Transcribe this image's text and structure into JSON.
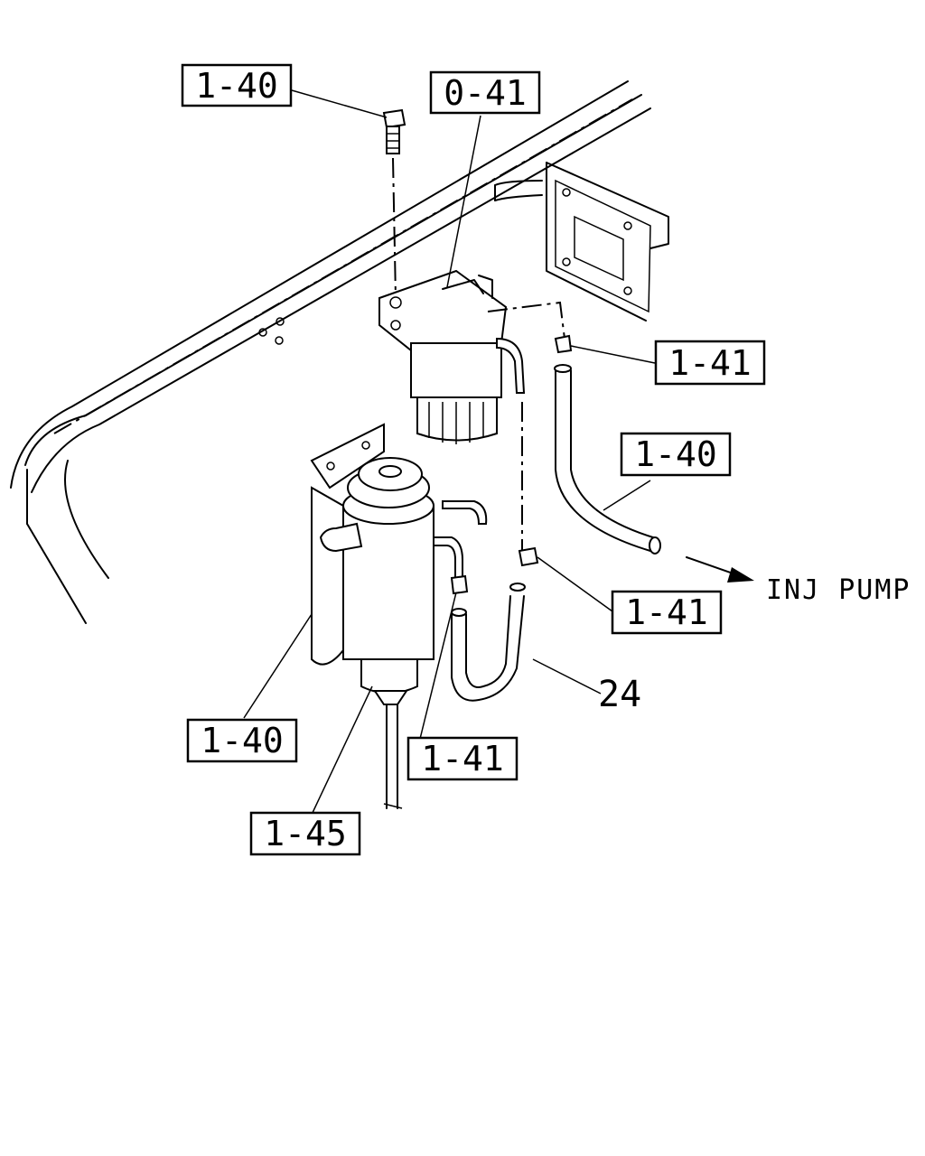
{
  "callouts": [
    {
      "id": "c1",
      "text": "1-40"
    },
    {
      "id": "c2",
      "text": "0-41"
    },
    {
      "id": "c3",
      "text": "1-41"
    },
    {
      "id": "c4",
      "text": "1-40"
    },
    {
      "id": "c5",
      "text": "1-41"
    },
    {
      "id": "c6",
      "text": "1-40"
    },
    {
      "id": "c7",
      "text": "1-41"
    },
    {
      "id": "c8",
      "text": "1-45"
    }
  ],
  "part_number_24": "24",
  "destination_label": "INJ PUMP"
}
